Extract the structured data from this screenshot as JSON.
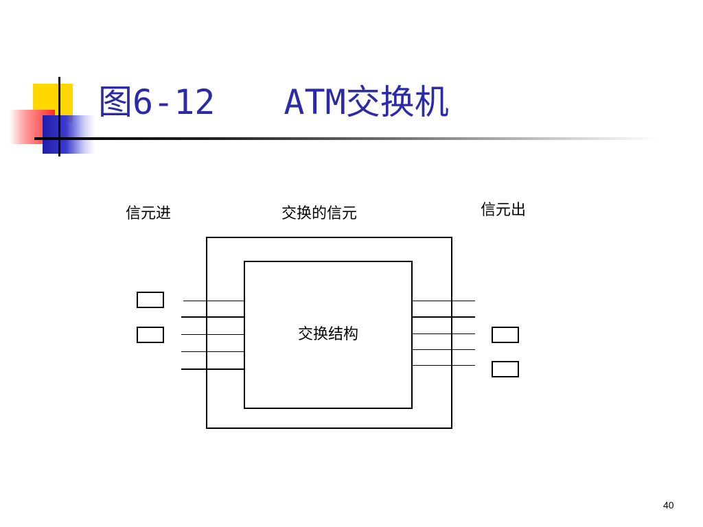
{
  "slide": {
    "title": "图6-12　　ATM交换机",
    "page_number": "40"
  },
  "diagram": {
    "label_cells_in": "信元进",
    "label_switched_cells": "交换的信元",
    "label_cells_out": "信元出",
    "switch_fabric": "交换结构"
  },
  "colors": {
    "title": "#2b2ba8",
    "deco_yellow": "#ffd700",
    "deco_red": "#ff2a2a",
    "deco_blue": "#1e1eaa"
  }
}
